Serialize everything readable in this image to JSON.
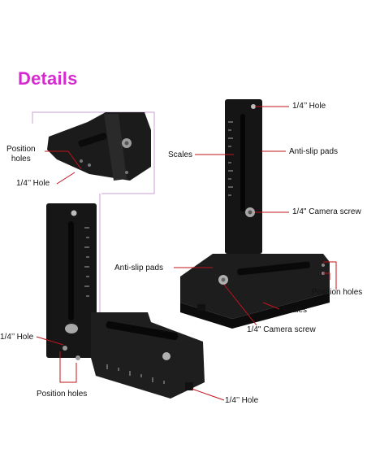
{
  "title": "Details",
  "labels": {
    "inset_position_holes": "Position\nholes",
    "inset_quarter_hole": "1/4’’ Hole",
    "scales_upper": "Scales",
    "hole_top_right": "1/4’’ Hole",
    "anti_slip_right": "Anti-slip pads",
    "camera_screw_upper": "1/4\" Camera screw",
    "anti_slip_mid": "Anti-slip pads",
    "position_holes_right": "Position holes",
    "scales_lower": "Scales",
    "camera_screw_lower": "1/4\" Camera screw",
    "hole_left": "1/4’’ Hole",
    "position_holes_bottom": "Position holes",
    "hole_bottom": "1/4’’ Hole"
  },
  "colors": {
    "accent": "#d62ad0",
    "leader": "#c0141e",
    "metal": "#1a1a1a",
    "inset_border": "#c9a0d6"
  }
}
